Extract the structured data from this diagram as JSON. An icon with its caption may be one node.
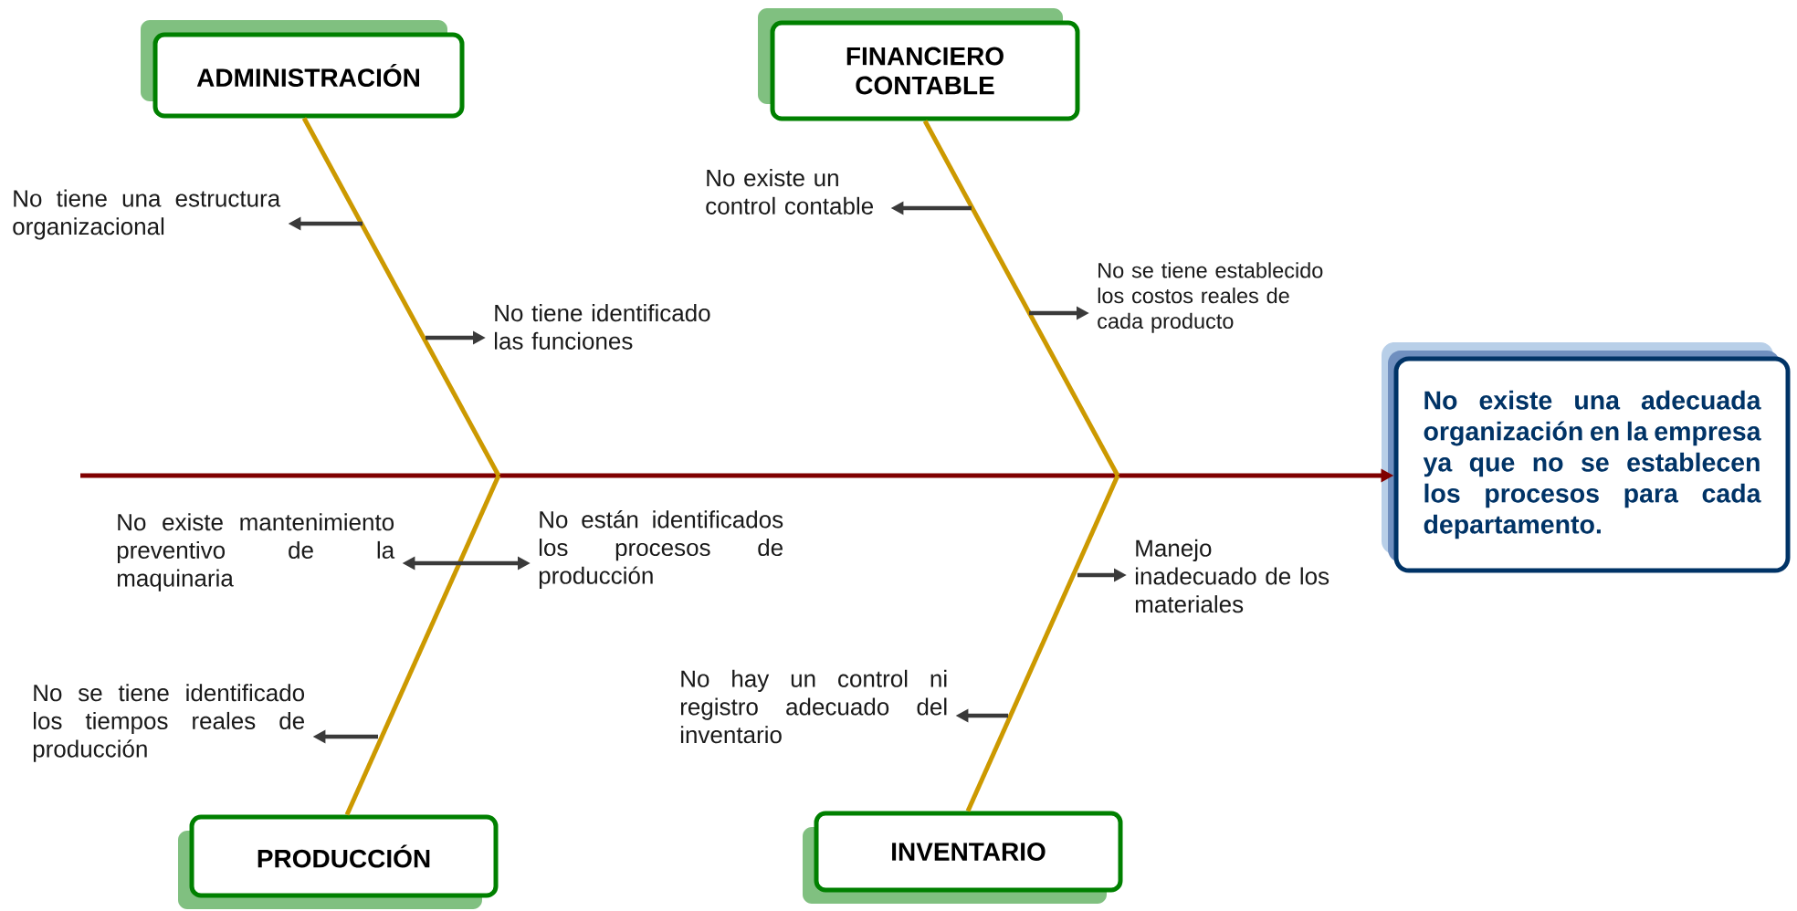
{
  "diagram": {
    "nodes": [
      {
        "text": [
          "ADMINISTRACIÓN"
        ]
      },
      {
        "text": [
          "FINANCIERO CONTABLE"
        ]
      },
      {
        "text": [
          "No tiene una estructura organizacional"
        ]
      },
      {
        "text": [
          "No existe un control contable"
        ]
      },
      {
        "text": [
          "No tiene identificado las funciones"
        ]
      },
      {
        "text": [
          "No se tiene establecido los costos reales de cada producto"
        ]
      },
      {
        "text": [
          "No existe una adecuada organización en la empresa ya que no se establecen los procesos para cada departamento."
        ]
      },
      {
        "text": [
          "No existe mantenimiento preventivo de la maquinaria"
        ]
      },
      {
        "text": [
          "No están identificados los procesos de producción"
        ]
      },
      {
        "text": [
          "Manejo inadecuado de los materiales"
        ]
      },
      {
        "text": [
          "No se tiene identificado los tiempos reales de producción"
        ]
      },
      {
        "text": [
          "No hay un control ni registro adecuado del inventario"
        ]
      },
      {
        "text": [
          "PRODUCCIÓN"
        ]
      },
      {
        "text": [
          "INVENTARIO"
        ]
      }
    ],
    "edges": [
      {
        "from": null,
        "to": 6,
        "arrow": "to",
        "color": "#800000"
      },
      {
        "from": 0,
        "to": null,
        "arrow": "none",
        "color": "#cc9900"
      },
      {
        "from": 1,
        "to": null,
        "arrow": "none",
        "color": "#cc9900"
      },
      {
        "from": 12,
        "to": null,
        "arrow": "none",
        "color": "#cc9900"
      },
      {
        "from": 13,
        "to": null,
        "arrow": "none",
        "color": "#cc9900"
      },
      {
        "from": null,
        "to": 2,
        "arrow": "to"
      },
      {
        "from": null,
        "to": 3,
        "arrow": "to"
      },
      {
        "from": null,
        "to": 4,
        "arrow": "to"
      },
      {
        "from": null,
        "to": 5,
        "arrow": "to"
      },
      {
        "from": 7,
        "to": 8,
        "arrow": "both"
      },
      {
        "from": null,
        "to": 9,
        "arrow": "to"
      },
      {
        "from": null,
        "to": 10,
        "arrow": "to"
      },
      {
        "from": null,
        "to": 11,
        "arrow": "to"
      }
    ]
  }
}
